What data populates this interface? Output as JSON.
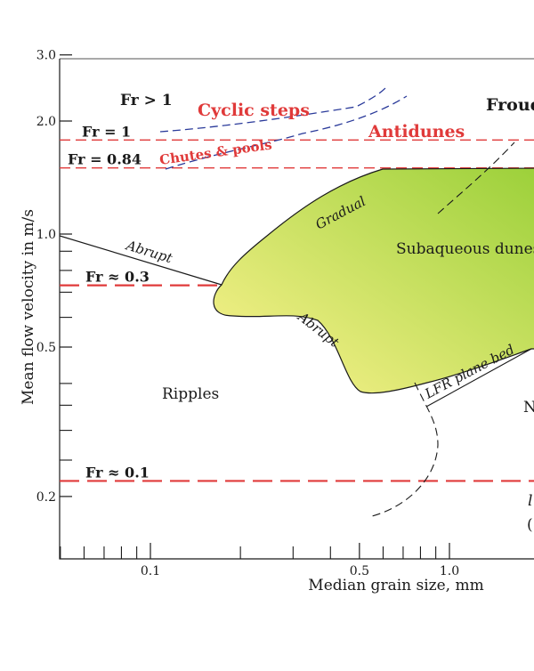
{
  "chart_data": {
    "type": "scatter",
    "title": "",
    "xlabel": "Median grain size, mm",
    "ylabel": "Mean flow velocity in m/s",
    "x_scale": "log",
    "y_scale": "log",
    "ylim": [
      0.155,
      3.0
    ],
    "y_ticks": [
      {
        "value": 0.2,
        "label": "0.2"
      },
      {
        "value": 0.5,
        "label": "0.5"
      },
      {
        "value": 1.0,
        "label": "1.0"
      },
      {
        "value": 2.0,
        "label": "2.0"
      },
      {
        "value": 3.0,
        "label": "3.0"
      }
    ],
    "y_minor_ticks": [
      0.25,
      0.3,
      0.35,
      0.4,
      0.6,
      0.7,
      0.8,
      0.9
    ],
    "x_ticks": [
      {
        "value": 0.1,
        "label": "0.1"
      },
      {
        "value": 0.5,
        "label": "0.5"
      },
      {
        "value": 1.0,
        "label": "1.0"
      }
    ],
    "x_minor_ticks": [
      0.05,
      0.06,
      0.07,
      0.08,
      0.09,
      0.2,
      0.3,
      0.4,
      0.6,
      0.7,
      0.8,
      0.9
    ],
    "froude_lines": [
      {
        "label": "Fr = 1",
        "velocity": 1.78
      },
      {
        "label": "Fr = 0.84",
        "velocity": 1.5
      },
      {
        "label": "Fr ≈ 0.3",
        "velocity": 0.73
      },
      {
        "label": "Fr ≈ 0.1",
        "velocity": 0.22
      }
    ],
    "region_labels": [
      {
        "text": "Fr > 1",
        "color": "#1a1a1a"
      },
      {
        "text": "Cyclic steps",
        "color": "#e03a3a"
      },
      {
        "text": "Chutes & pools",
        "color": "#e03a3a"
      },
      {
        "text": "Antidunes",
        "color": "#e03a3a"
      },
      {
        "text": "Froud",
        "color": "#1a1a1a"
      },
      {
        "text": "Subaqueous dunes",
        "color": "#1a1a1a"
      },
      {
        "text": "Ripples",
        "color": "#1a1a1a"
      },
      {
        "text": "N",
        "color": "#1a1a1a"
      },
      {
        "text": "l",
        "color": "#1a1a1a"
      },
      {
        "text": "(",
        "color": "#1a1a1a"
      }
    ],
    "boundary_labels": [
      {
        "text": "Gradual"
      },
      {
        "text": "Abrupt"
      },
      {
        "text": "Abrupt"
      },
      {
        "text": "LFR plane bed"
      }
    ],
    "dune_field_colors": [
      "#f4f088",
      "#9bd039"
    ],
    "froude_line_color": "#e03a3a",
    "chute_boundary_color": "#2a3a9a"
  }
}
